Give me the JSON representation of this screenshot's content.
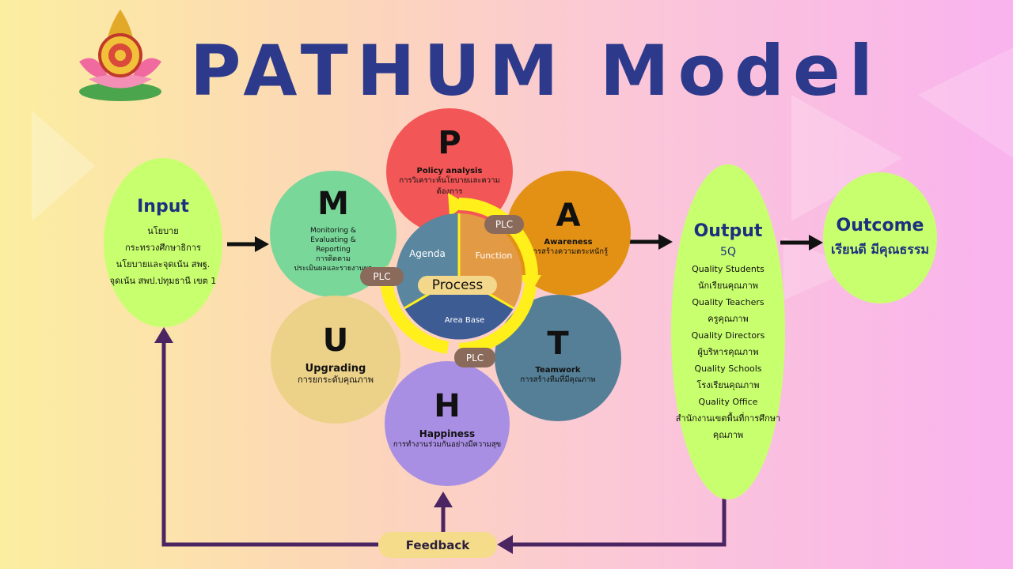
{
  "title": "PATHUM Model",
  "input": {
    "title": "Input",
    "lines": [
      "นโยบาย",
      "กระทรวงศึกษาธิการ",
      "นโยบายและจุดเน้น สพฐ.",
      "จุดเน้น สพป.ปทุมธานี เขต 1"
    ]
  },
  "circles": {
    "p": {
      "letter": "P",
      "title": "Policy analysis",
      "sub": "การวิเคราะห์นโยบายและความต้องการ"
    },
    "a": {
      "letter": "A",
      "title": "Awareness",
      "sub": "การสร้างความตระหนักรู้"
    },
    "t": {
      "letter": "T",
      "title": "Teamwork",
      "sub": "การสร้างทีมที่มีคุณภาพ"
    },
    "h": {
      "letter": "H",
      "title": "Happiness",
      "sub": "การทำงานร่วมกันอย่างมีความสุข"
    },
    "u": {
      "letter": "U",
      "title": "Upgrading",
      "sub": "การยกระดับคุณภาพ"
    },
    "m": {
      "letter": "M",
      "lines": [
        "Monitoring &",
        "Evaluating &",
        "Reporting",
        "การติดตาม",
        "ประเมินผลและรายงานผล"
      ]
    }
  },
  "process": {
    "label": "Process",
    "segments": {
      "agenda": "Agenda",
      "function": "Function",
      "area": "Area Base"
    },
    "plc": "PLC"
  },
  "output": {
    "title": "Output",
    "lines": [
      "5Q",
      "Quality Students",
      "นักเรียนคุณภาพ",
      "Quality Teachers",
      "ครูคุณภาพ",
      "Quality Directors",
      "ผู้บริหารคุณภาพ",
      "Quality Schools",
      "โรงเรียนคุณภาพ",
      "Quality Office",
      "สำนักงานเขตพื้นที่การศึกษา",
      "คุณภาพ"
    ]
  },
  "outcome": {
    "title": "Outcome",
    "text": "เรียนดี มีคุณธรรม"
  },
  "feedback": "Feedback",
  "colors": {
    "navy": "#2d3a8c",
    "lime": "#c8ff6e",
    "p": "#f25656",
    "a": "#e39115",
    "t": "#547f97",
    "h": "#a98fe4",
    "u": "#ecd188",
    "m": "#79d79a",
    "pill": "#8a6a5b",
    "arrow": "#4b2562"
  }
}
